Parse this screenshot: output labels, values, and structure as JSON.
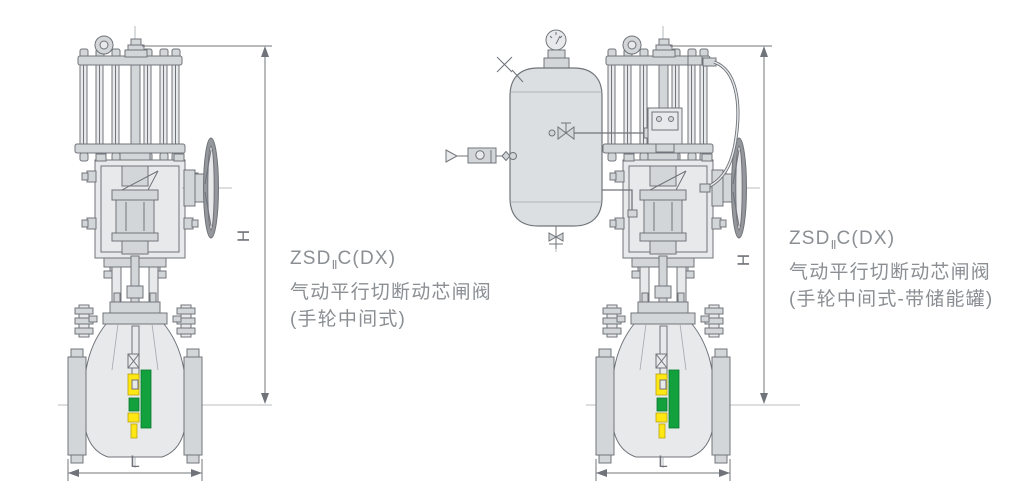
{
  "colors": {
    "line": "#70747a",
    "thin": "#a3a7ac",
    "fill_light": "#e7e9eb",
    "fill_mid": "#d3d6d9",
    "fill_dark": "#b9bcc0",
    "handwheel": "#94979b",
    "tank_fill": "#dcdfe1",
    "gate_green": "#12a13c",
    "gate_yellow": "#ffe714",
    "text_color": "#8b8f93",
    "bg": "#ffffff"
  },
  "left_valve": {
    "model": {
      "prefix": "ZSD",
      "subscript": "Ⅱ",
      "suffix": "C(DX)"
    },
    "name": "气动平行切断动芯闸阀",
    "variant": "(手轮中间式)",
    "dimensions": {
      "height_label": "H",
      "length_label": "L"
    }
  },
  "right_valve": {
    "model": {
      "prefix": "ZSD",
      "subscript": "Ⅱ",
      "suffix": "C(DX)"
    },
    "name": "气动平行切断动芯闸阀",
    "variant": "(手轮中间式-带储能罐)",
    "dimensions": {
      "height_label": "H",
      "length_label": "L"
    }
  }
}
